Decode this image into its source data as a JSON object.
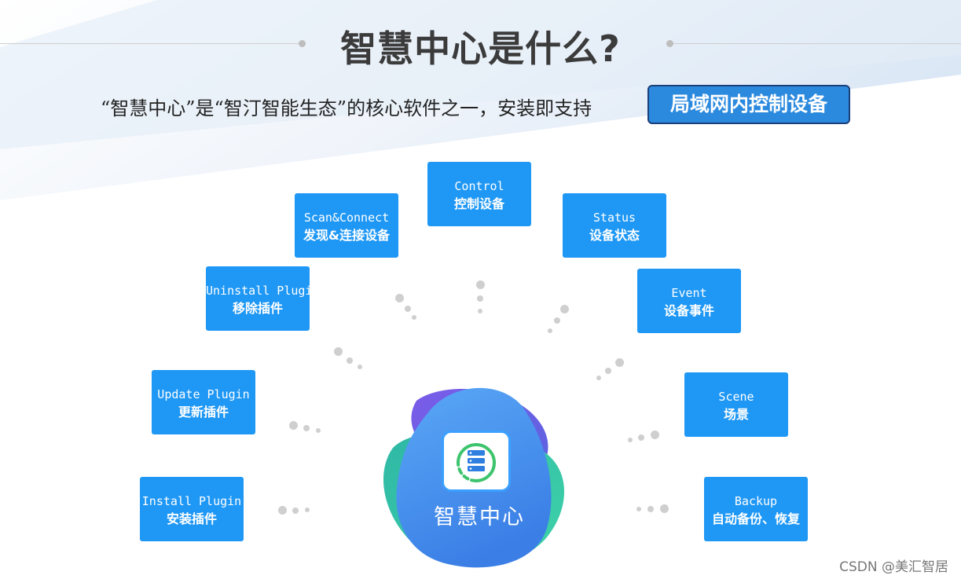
{
  "header": {
    "title": "智慧中心是什么?",
    "subtitle": "“智慧中心”是“智汀智能生态”的核心软件之一，安装即支持",
    "highlight": "局域网内控制设备"
  },
  "hub": {
    "label": "智慧中心",
    "icon": "server-icon"
  },
  "features": [
    {
      "en": "Control",
      "zh": "控制设备"
    },
    {
      "en": "Scan&Connect",
      "zh": "发现&连接设备"
    },
    {
      "en": "Status",
      "zh": "设备状态"
    },
    {
      "en": "Uninstall Plugin",
      "zh": "移除插件"
    },
    {
      "en": "Event",
      "zh": "设备事件"
    },
    {
      "en": "Update Plugin",
      "zh": "更新插件"
    },
    {
      "en": "Scene",
      "zh": "场景"
    },
    {
      "en": "Install Plugin",
      "zh": "安装插件"
    },
    {
      "en": "Backup",
      "zh": "自动备份、恢复"
    }
  ],
  "watermark": "CSDN @美汇智居",
  "colors": {
    "box": "#1e97f5",
    "highlight": "#2c8ade",
    "title": "#3b3b3b"
  }
}
